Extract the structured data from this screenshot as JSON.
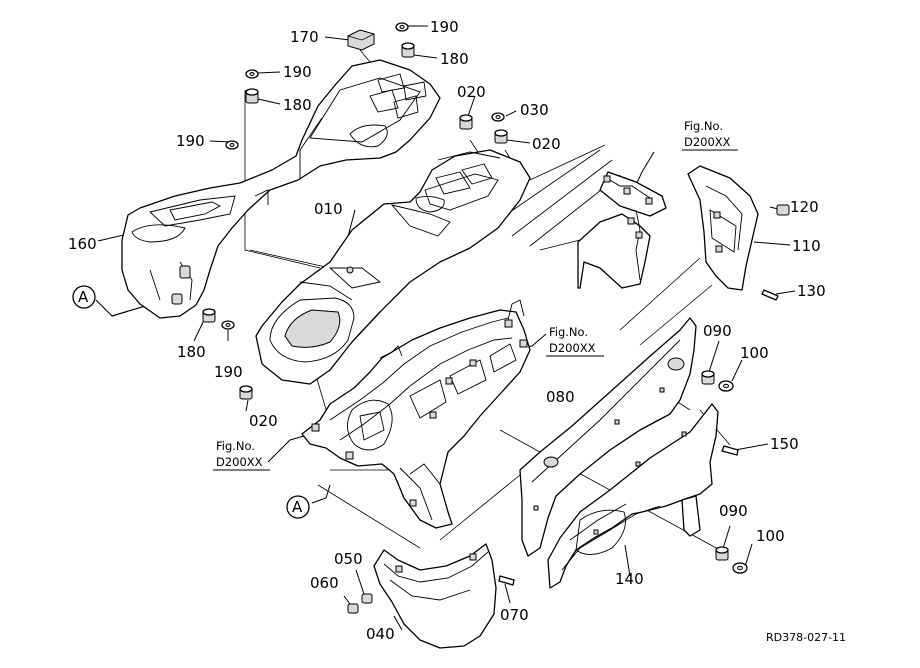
{
  "callouts": {
    "c010": "010",
    "c020a": "020",
    "c020b": "020",
    "c020c": "020",
    "c030": "030",
    "c040": "040",
    "c050": "050",
    "c060": "060",
    "c070": "070",
    "c080": "080",
    "c090a": "090",
    "c090b": "090",
    "c100a": "100",
    "c100b": "100",
    "c110": "110",
    "c120": "120",
    "c130": "130",
    "c140": "140",
    "c150": "150",
    "c160": "160",
    "c170": "170",
    "c180a": "180",
    "c180b": "180",
    "c180c": "180",
    "c190a": "190",
    "c190b": "190",
    "c190c": "190",
    "c190d": "190"
  },
  "references": {
    "fig_label": "Fig.No.",
    "fig_code": "D200XX",
    "connector": "A"
  },
  "drawing_code": "RD378-027-11"
}
